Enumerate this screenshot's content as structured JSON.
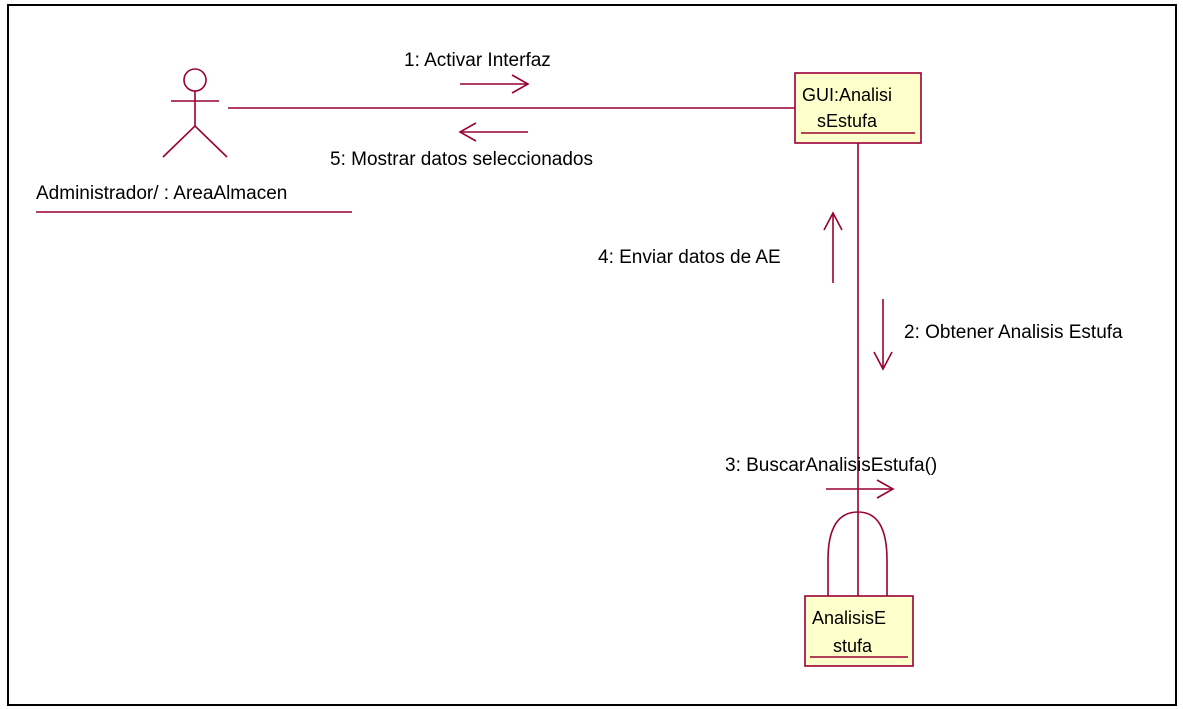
{
  "colors": {
    "line": "#990033",
    "object_fill": "#ffffcc",
    "object_border": "#990033",
    "text": "#000000",
    "frame": "#000000"
  },
  "actor": {
    "label": "Administrador/ : AreaAlmacen",
    "icon": "stick-figure-icon"
  },
  "objects": {
    "gui": {
      "line1": "GUI:Analisi",
      "line2": "sEstufa"
    },
    "analisis": {
      "line1": "AnalisisE",
      "line2": "stufa"
    }
  },
  "messages": {
    "m1": "1: Activar Interfaz",
    "m2": "2: Obtener Analisis Estufa",
    "m3": "3: BuscarAnalisisEstufa()",
    "m4": "4: Enviar datos de AE",
    "m5": "5: Mostrar datos seleccionados"
  }
}
